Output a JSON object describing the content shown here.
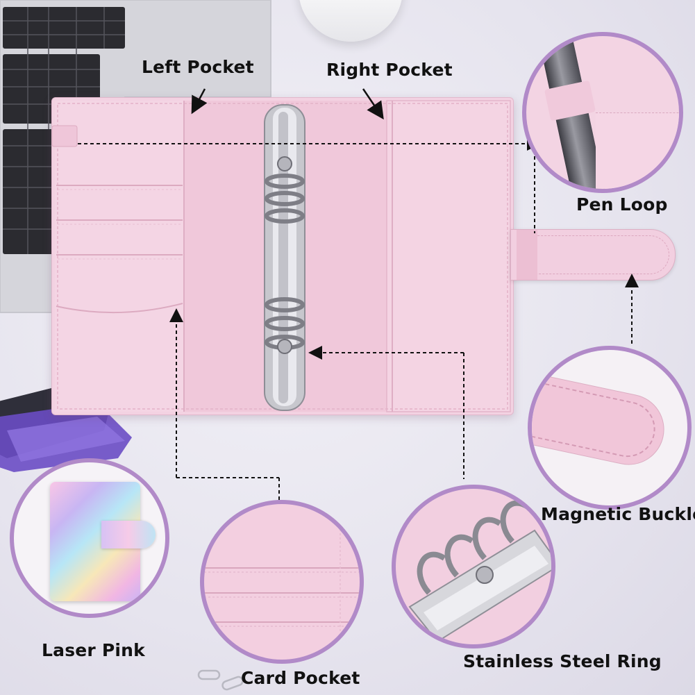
{
  "labels": {
    "left_pocket": "Left Pocket",
    "right_pocket": "Right Pocket",
    "pen_loop": "Pen Loop",
    "magnetic_buckle": "Magnetic Buckle",
    "laser_pink": "Laser Pink",
    "card_pocket": "Card Pocket",
    "stainless_steel_ring": "Stainless Steel Ring"
  },
  "colors": {
    "binder_pink": "#f3cfe0",
    "binder_pink_dark": "#e6b6cc",
    "circle_border": "#b18ac8",
    "background": "#e7e5ef",
    "laptop_silver": "#d9d9df",
    "keyboard": "#2b2b30",
    "metal": "#c9c9cf"
  }
}
